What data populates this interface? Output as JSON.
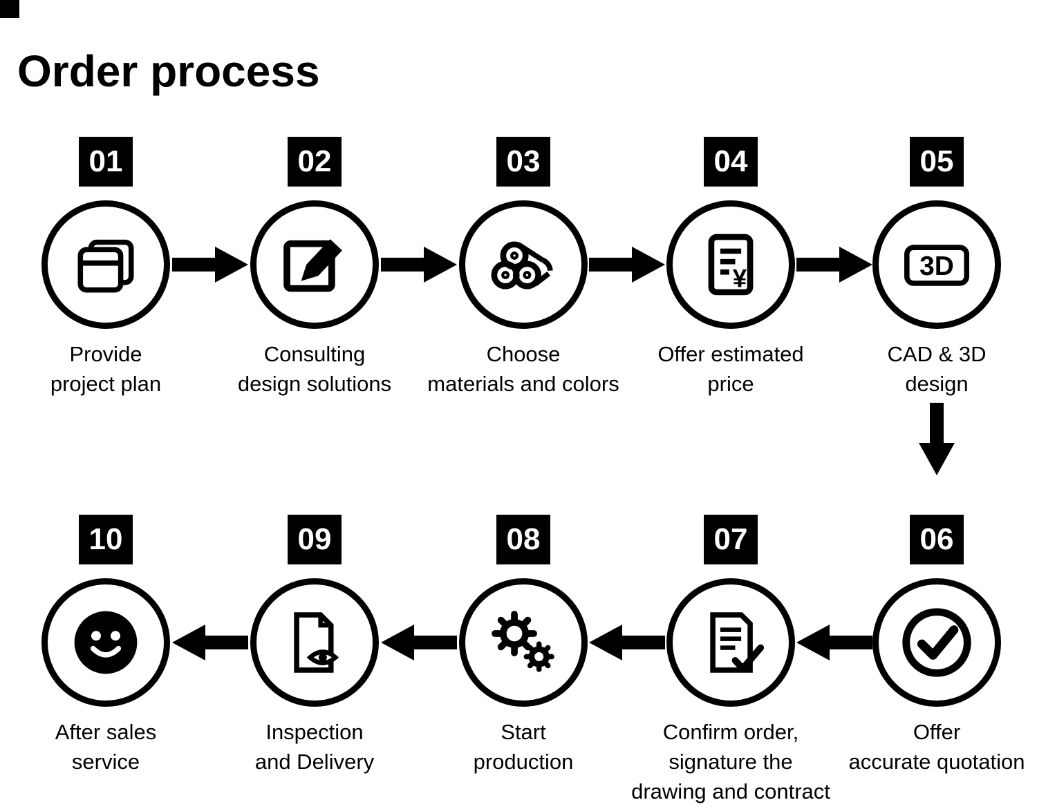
{
  "title": "Order process",
  "colors": {
    "foreground": "#000000",
    "background": "#ffffff"
  },
  "steps": {
    "top": [
      {
        "number": "01",
        "label": "Provide\nproject plan",
        "icon": "project-plan-documents-icon"
      },
      {
        "number": "02",
        "label": "Consulting\ndesign solutions",
        "icon": "design-pencil-icon"
      },
      {
        "number": "03",
        "label": "Choose\nmaterials and colors",
        "icon": "material-rolls-icon"
      },
      {
        "number": "04",
        "label": "Offer estimated\nprice",
        "icon": "price-invoice-icon"
      },
      {
        "number": "05",
        "label": "CAD & 3D\ndesign",
        "icon": "3d-screen-icon"
      }
    ],
    "bottom": [
      {
        "number": "06",
        "label": "Offer\naccurate quotation",
        "icon": "check-circle-icon"
      },
      {
        "number": "07",
        "label": "Confirm order,\nsignature the\ndrawing and contract",
        "icon": "contract-check-icon"
      },
      {
        "number": "08",
        "label": "Start\nproduction",
        "icon": "gears-icon"
      },
      {
        "number": "09",
        "label": "Inspection\nand Delivery",
        "icon": "inspection-eye-icon"
      },
      {
        "number": "10",
        "label": "After sales\nservice",
        "icon": "smiley-face-icon"
      }
    ]
  },
  "icons": {
    "three_d": "3D",
    "yen": "¥"
  }
}
